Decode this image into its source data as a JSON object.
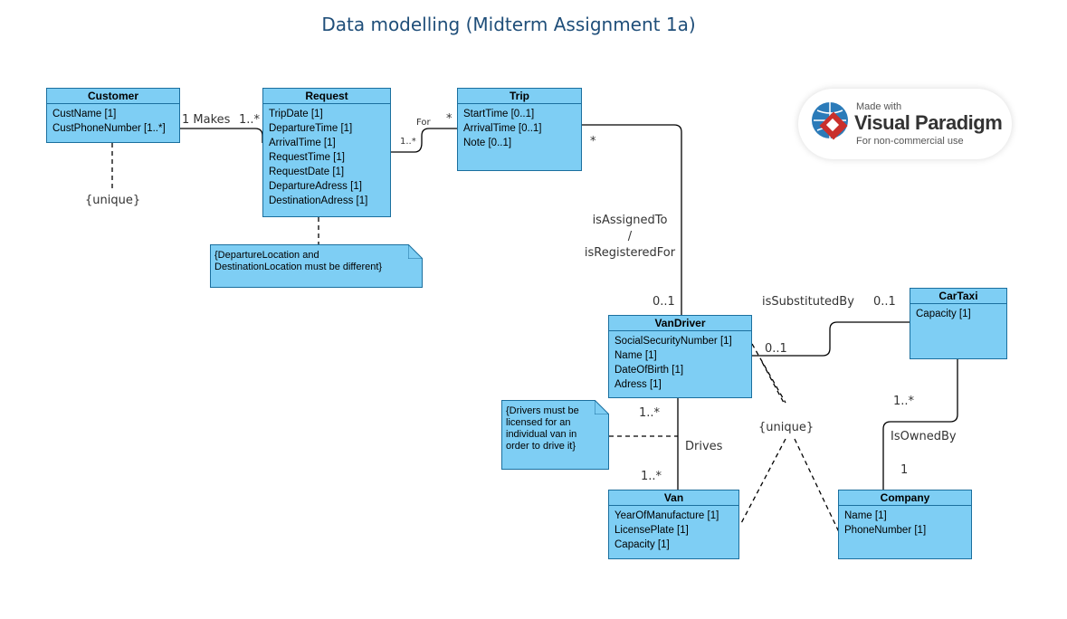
{
  "title": "Data modelling (Midterm Assignment 1a)",
  "classes": {
    "customer": {
      "name": "Customer",
      "attributes": [
        "CustName [1]",
        "CustPhoneNumber [1..*]"
      ]
    },
    "request": {
      "name": "Request",
      "attributes": [
        "TripDate [1]",
        "DepartureTime [1]",
        "ArrivalTime [1]",
        "RequestTime [1]",
        "RequestDate [1]",
        "DepartureAdress [1]",
        "DestinationAdress [1]"
      ]
    },
    "trip": {
      "name": "Trip",
      "attributes": [
        "StartTime [0..1]",
        "ArrivalTime [0..1]",
        "Note [0..1]"
      ]
    },
    "vandriver": {
      "name": "VanDriver",
      "attributes": [
        "SocialSecurityNumber [1]",
        "Name [1]",
        "DateOfBirth [1]",
        "Adress [1]"
      ]
    },
    "cartaxi": {
      "name": "CarTaxi",
      "attributes": [
        "Capacity [1]"
      ]
    },
    "van": {
      "name": "Van",
      "attributes": [
        "YearOfManufacture [1]",
        "LicensePlate [1]",
        "Capacity [1]"
      ]
    },
    "company": {
      "name": "Company",
      "attributes": [
        "Name [1]",
        "PhoneNumber [1]"
      ]
    }
  },
  "notes": {
    "location": [
      "{DepartureLocation and",
      "DestinationLocation must be different}"
    ],
    "drivers": [
      "{Drivers must be",
      "licensed for an",
      "individual van in",
      "order to drive it}"
    ]
  },
  "labels": {
    "unique_customer": "{unique}",
    "makes": "1 Makes",
    "makes_mult": "1..*",
    "for": "For",
    "for_mult_request": "1..*",
    "for_mult_trip": "*",
    "trip_star": "*",
    "assigned_line1": "isAssignedTo",
    "assigned_line2": "/",
    "assigned_line3": "isRegisteredFor",
    "vandriver_mult": "0..1",
    "substituted": "isSubstitutedBy",
    "substituted_mult_taxi": "0..1",
    "substituted_mult_driver": "0..1",
    "drives_mult_driver": "1..*",
    "drives": "Drives",
    "drives_mult_van": "1..*",
    "unique_van": "{unique}",
    "owned_mult_taxi": "1..*",
    "owned": "IsOwnedBy",
    "owned_mult_company": "1"
  },
  "badge": {
    "made_with": "Made with",
    "brand": "Visual Paradigm",
    "sub": "For non-commercial use"
  },
  "colors": {
    "class_fill": "#7ecef4",
    "class_border": "#1b6f9e",
    "title": "#1f4e79"
  }
}
